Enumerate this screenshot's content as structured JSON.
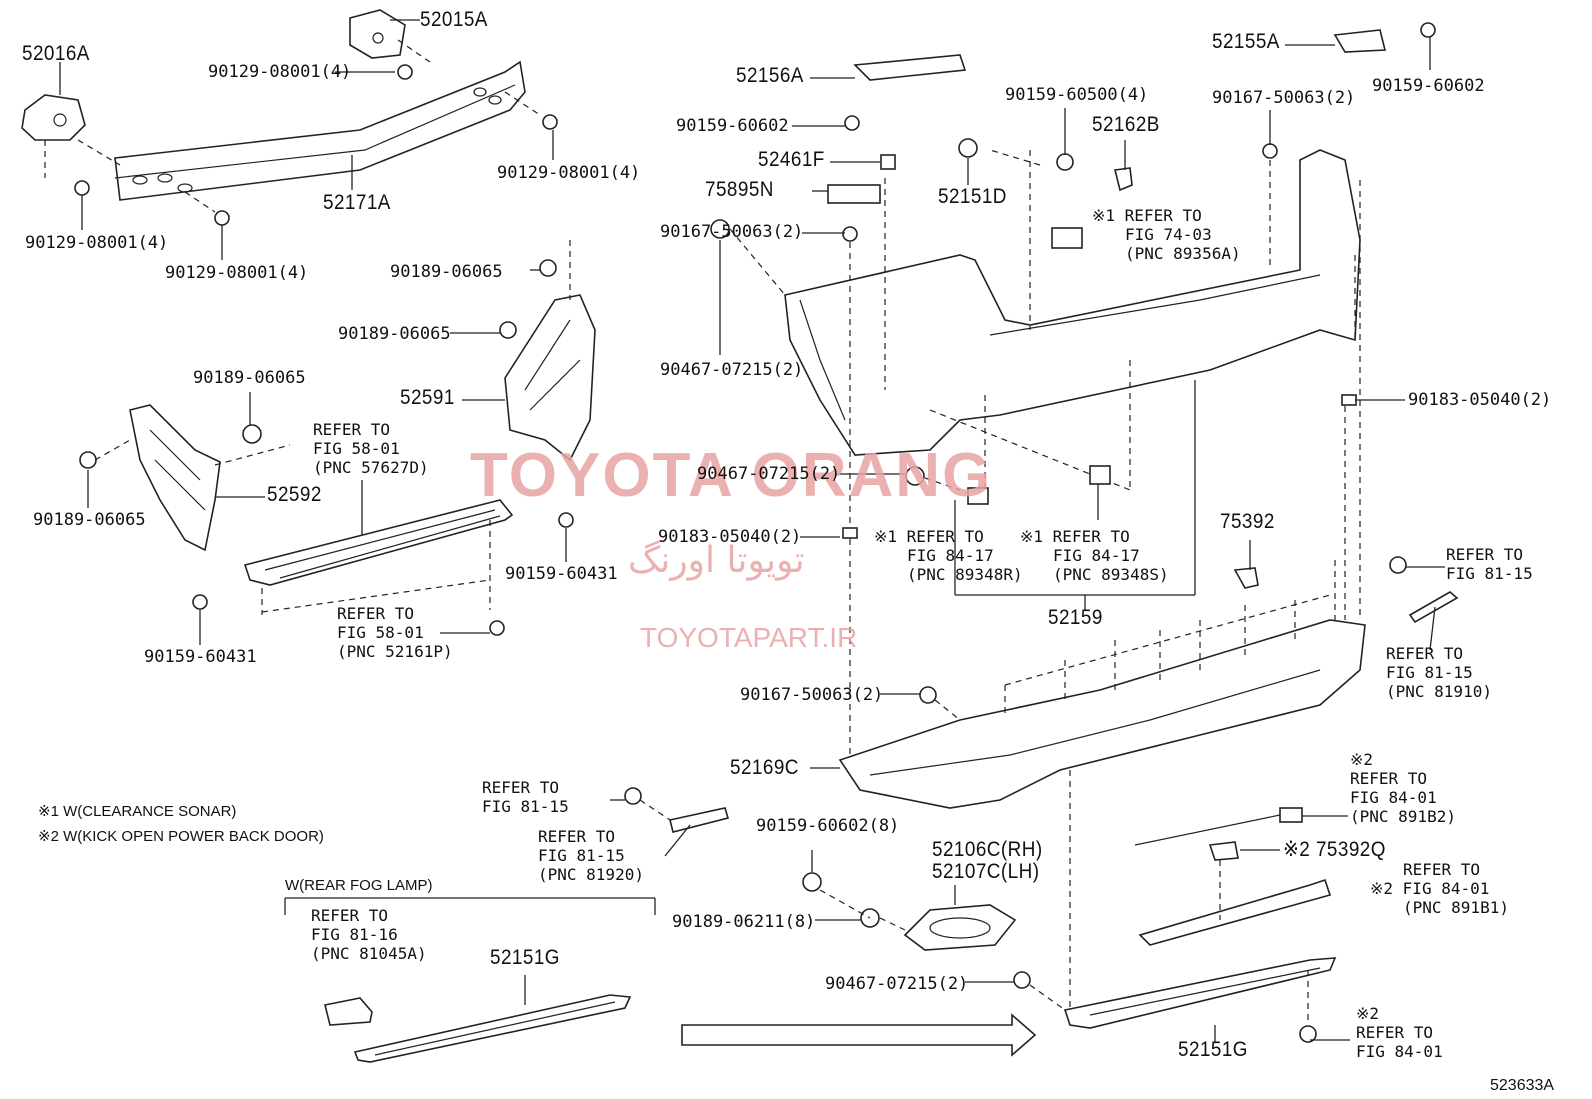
{
  "labels": {
    "p52016A": "52016A",
    "p52015A": "52015A",
    "b90129_a": "90129-08001(4)",
    "b90129_b": "90129-08001(4)",
    "b90129_c": "90129-08001(4)",
    "b90129_d": "90129-08001(4)",
    "p52171A": "52171A",
    "p52156A": "52156A",
    "b90159_60602_a": "90159-60602",
    "p52461F": "52461F",
    "p75895N": "75895N",
    "b90167_a": "90167-50063(2)",
    "b90467_a": "90467-07215(2)",
    "b90159_60500": "90159-60500(4)",
    "p52162B": "52162B",
    "p52151D": "52151D",
    "ref_74_03": [
      "※1 REFER TO",
      "FIG 74-03",
      "(PNC 89356A)"
    ],
    "p52155A": "52155A",
    "b90159_60602_b": "90159-60602",
    "b90167_b": "90167-50063(2)",
    "b90189_a": "90189-06065",
    "b90189_b": "90189-06065",
    "b90189_c": "90189-06065",
    "b90189_d": "90189-06065",
    "p52591": "52591",
    "p52592": "52592",
    "ref_57627D": [
      "REFER TO",
      "FIG 58-01",
      "(PNC 57627D)"
    ],
    "ref_52161P": [
      "REFER TO",
      "FIG 58-01",
      "(PNC 52161P)"
    ],
    "b90159_60431_a": "90159-60431",
    "b90159_60431_b": "90159-60431",
    "b90467_b": "90467-07215(2)",
    "b90183_a": "90183-05040(2)",
    "b90183_b": "90183-05040(2)",
    "ref_89348R": [
      "※1 REFER TO",
      "FIG 84-17",
      "(PNC 89348R)"
    ],
    "ref_89348S": [
      "※1 REFER TO",
      "FIG 84-17",
      "(PNC 89348S)"
    ],
    "p52159": "52159",
    "p75392": "75392",
    "ref_81_15_a": [
      "REFER TO",
      "FIG 81-15"
    ],
    "ref_81910": [
      "REFER TO",
      "FIG 81-15",
      "(PNC 81910)"
    ],
    "b90167_c": "90167-50063(2)",
    "p52169C": "52169C",
    "note1": "※1 W(CLEARANCE SONAR)",
    "note2": "※2 W(KICK OPEN POWER BACK DOOR)",
    "ref_81_15_b": [
      "REFER TO",
      "FIG 81-15"
    ],
    "ref_81920": [
      "REFER TO",
      "FIG 81-15",
      "(PNC 81920)"
    ],
    "b90159_60602_c": "90159-60602(8)",
    "p52106C": "52106C(RH)",
    "p52107C": "52107C(LH)",
    "b90189_06211": "90189-06211(8)",
    "ref_891B2": [
      "※2",
      "REFER TO",
      "FIG 84-01",
      "(PNC 891B2)"
    ],
    "p75392Q": "※2 75392Q",
    "ref_891B1": [
      "REFER TO",
      "※2 FIG 84-01",
      "(PNC 891B1)"
    ],
    "fog_header": "W(REAR FOG LAMP)",
    "ref_81045A": [
      "REFER TO",
      "FIG 81-16",
      "(PNC 81045A)"
    ],
    "p52151G_a": "52151G",
    "b90467_c": "90467-07215(2)",
    "p52151G_b": "52151G",
    "ref_84_01_bottom": [
      "※2",
      "REFER TO",
      "FIG 84-01"
    ],
    "corner_code": "523633A"
  },
  "watermark": {
    "brand": "TOYOTA ORANG",
    "persian": "تویوتا اورنگ",
    "site": "TOYOTAPART.IR",
    "color": "#e8a4a4"
  }
}
